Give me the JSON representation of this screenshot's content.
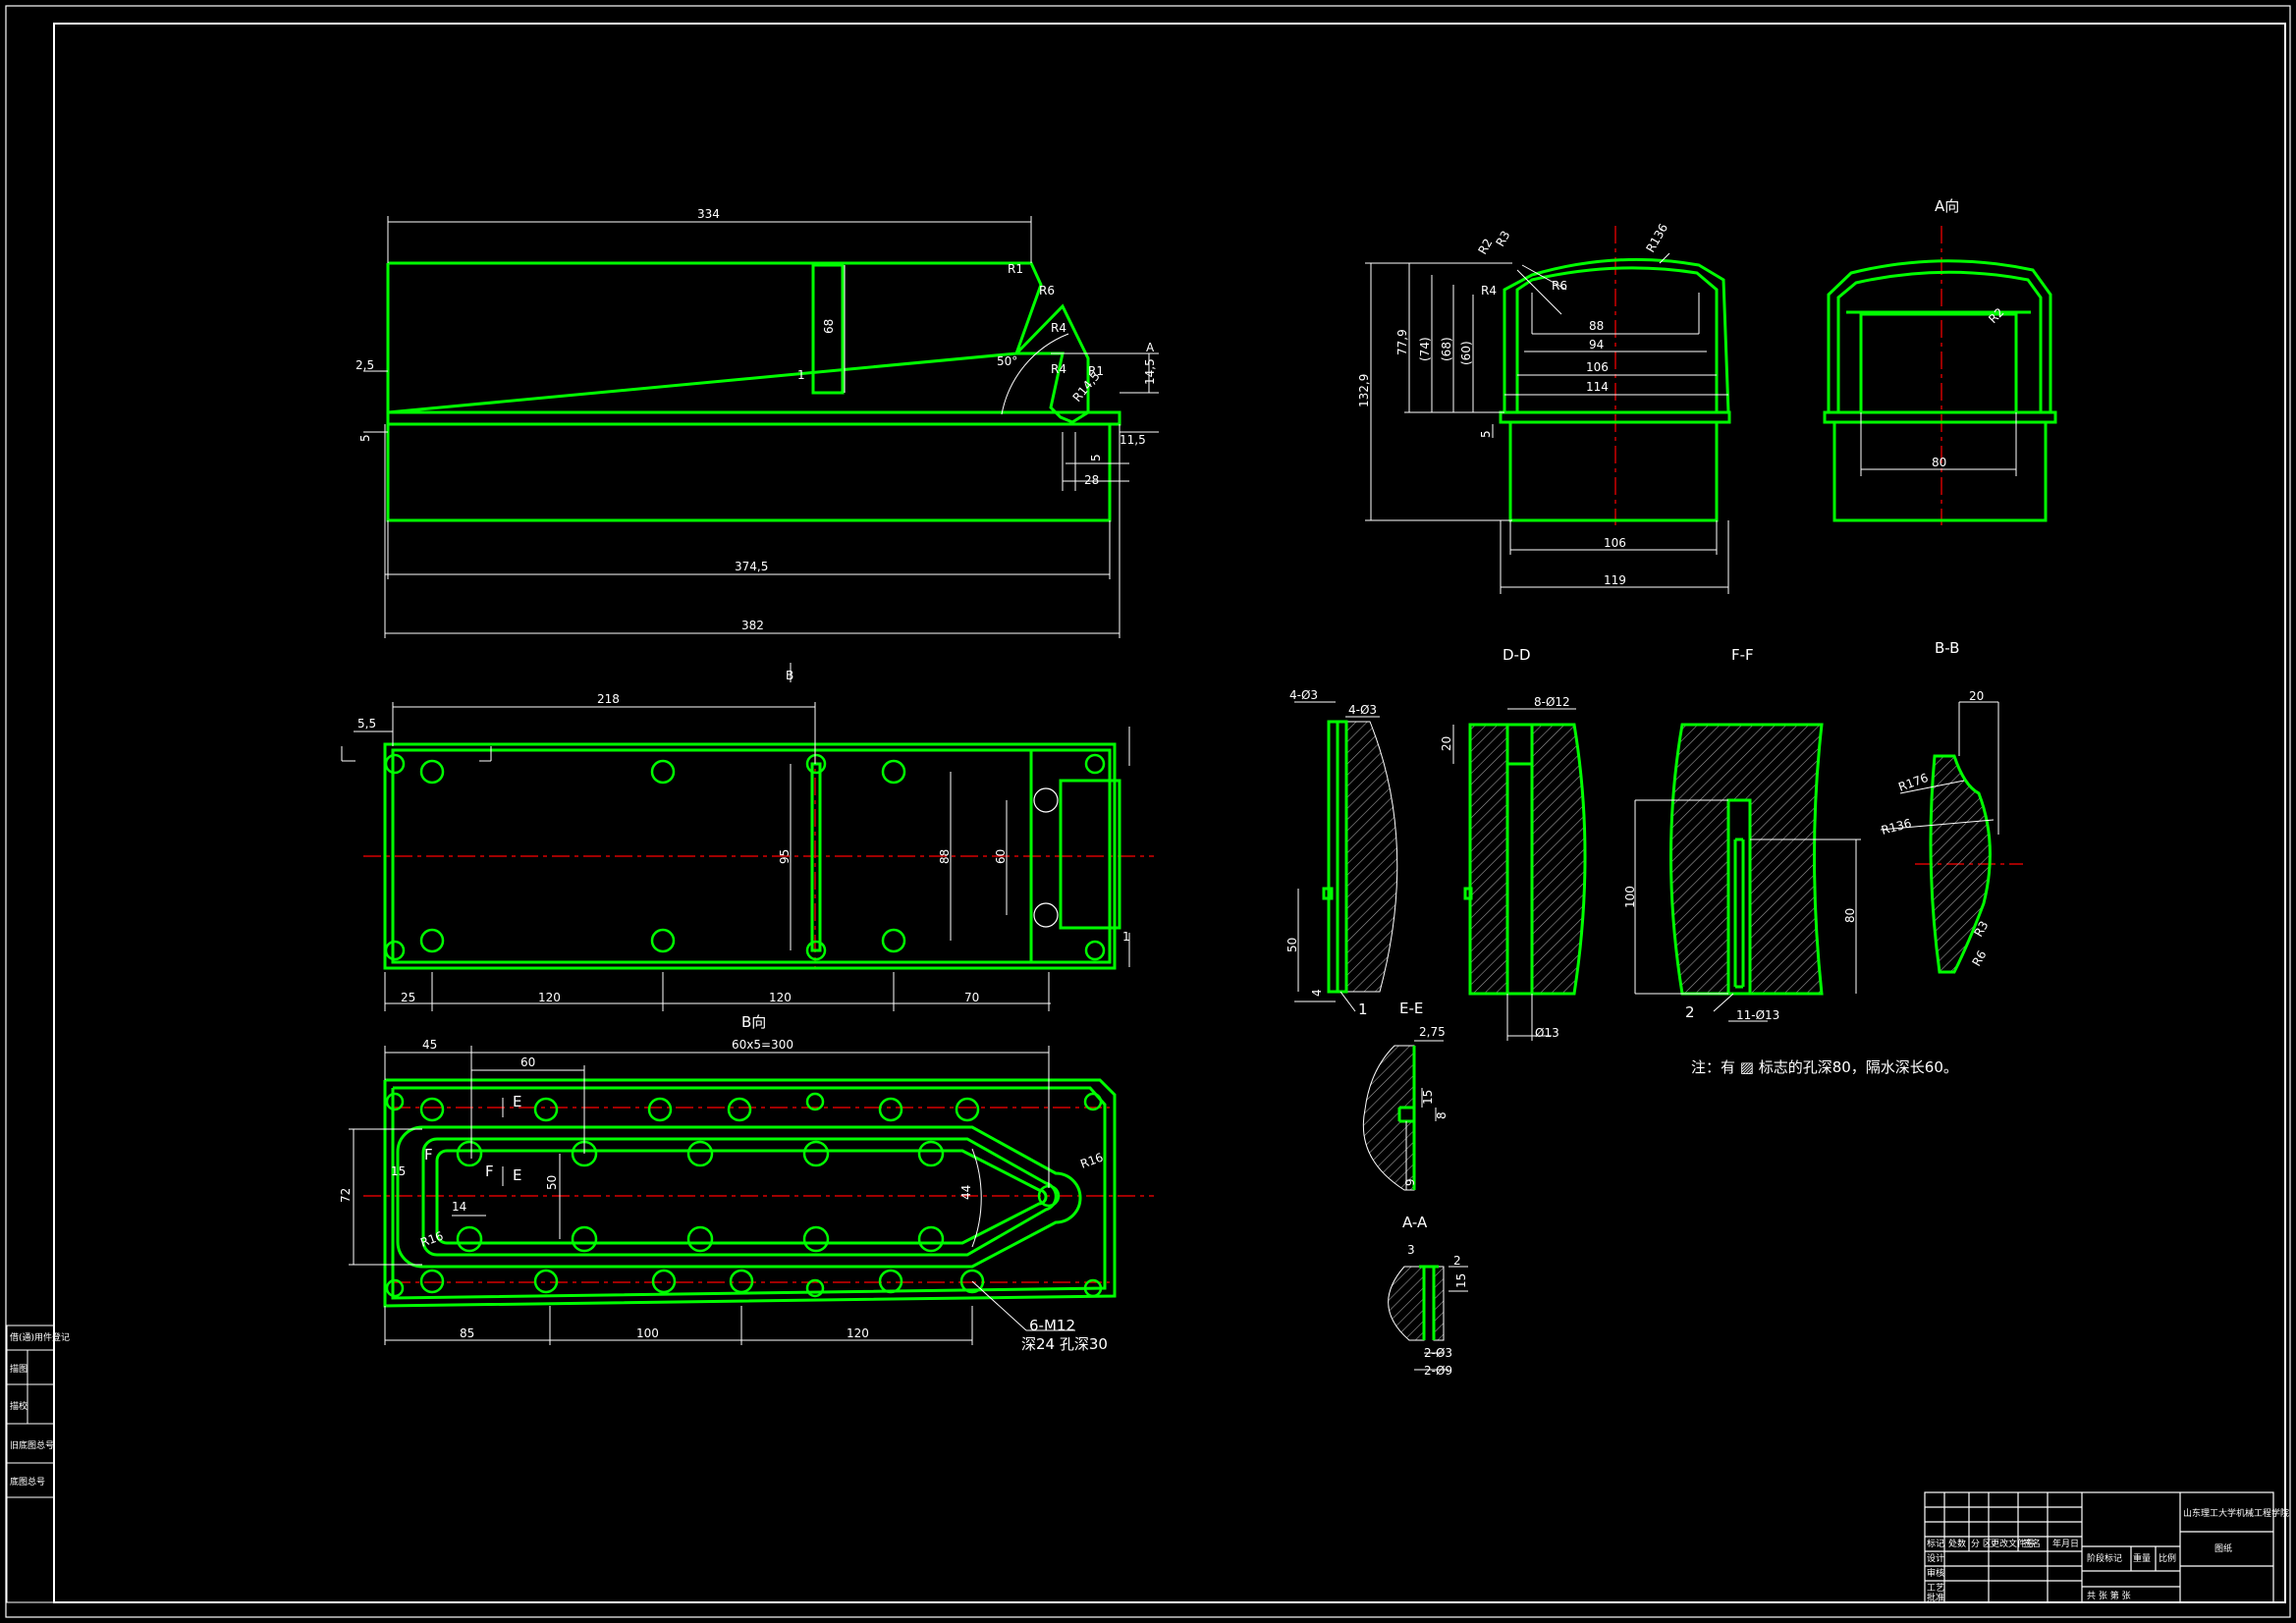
{
  "colors": {
    "background": "#000000",
    "outline": "#00ff00",
    "dimension": "#ffffff",
    "centerline": "#ff0000",
    "hatch": "#9a9a9a"
  },
  "front_view": {
    "d_334": "334",
    "d_68": "68",
    "d_R1": "R1",
    "d_R6": "R6",
    "d_R4": "R4",
    "d_R4b": "R4",
    "d_R14_5": "R14,5",
    "d_50deg": "50°",
    "d_R1b": "R1",
    "d_A": "A",
    "d_14_5": "14,5",
    "d_2_5": "2,5",
    "d_5": "5",
    "d_1": "1",
    "d_11_5": "11,5",
    "d_5b": "5",
    "d_28": "28",
    "d_374_5": "374,5",
    "d_382": "382"
  },
  "top_view": {
    "d_B": "B",
    "d_5_5": "5,5",
    "d_218": "218",
    "d_95": "95",
    "d_88": "88",
    "d_60": "60",
    "d_25": "25",
    "d_120a": "120",
    "d_120b": "120",
    "d_70": "70",
    "d_1": "1",
    "view_b": "B向"
  },
  "bottom_view": {
    "d_45": "45",
    "d_60x5": "60x5=300",
    "d_60": "60",
    "d_72": "72",
    "d_15": "15",
    "d_50": "50",
    "d_14": "14",
    "d_R16": "R16",
    "d_R16b": "R16",
    "d_44": "44",
    "d_85": "85",
    "d_100": "100",
    "d_120": "120",
    "d_F": "F",
    "d_Fb": "F",
    "d_E": "E",
    "d_Eb": "E",
    "hole_spec": "6-M12",
    "hole_depth": "深24 孔深30"
  },
  "side_view": {
    "d_R136": "R136",
    "d_R2": "R2",
    "d_R6": "R6",
    "d_R3": "R3",
    "d_R4": "R4",
    "d_88": "88",
    "d_94": "94",
    "d_106": "106",
    "d_114": "114",
    "d_132_9": "132,9",
    "d_77_9": "77,9",
    "d_74": "(74)",
    "d_68": "(68)",
    "d_60": "(60)",
    "d_5": "5",
    "d_106b": "106",
    "d_119": "119"
  },
  "view_a": {
    "title": "A向",
    "d_80": "80",
    "d_R2": "R2"
  },
  "section_dd": {
    "title": "D-D",
    "d_4phi3": "4-Ø3",
    "d_4phi3b": "4-Ø3",
    "d_50": "50",
    "d_4": "4",
    "d_1": "1",
    "d_20": "20",
    "d_8phi12": "8-Ø12",
    "d_phi13": "Ø13"
  },
  "section_ff": {
    "title": "F-F",
    "d_100": "100",
    "d_80": "80",
    "d_2": "2",
    "d_11phi13": "11-Ø13"
  },
  "section_bb": {
    "title": "B-B",
    "d_20": "20",
    "d_R176": "R176",
    "d_R136": "R136",
    "d_R3": "R3",
    "d_R6": "R6"
  },
  "section_ee": {
    "title": "E-E",
    "d_2_75": "2,75",
    "d_15": "15",
    "d_8": "8",
    "d_9": "9"
  },
  "section_aa": {
    "title": "A-A",
    "d_3": "3",
    "d_2": "2",
    "d_15": "15",
    "d_2phi3": "2-Ø3",
    "d_2phi9": "2-Ø9"
  },
  "note": "注：有 ▨ 标志的孔深80，隔水深长60。",
  "title_block": {
    "school": "山东理工大学机械工程学院",
    "drawing_name": "图纸",
    "headers": [
      "标记",
      "处数",
      "分 区",
      "更改文件号",
      "签名",
      "年月日"
    ],
    "rows": [
      "设计",
      "审核",
      "工艺",
      "批准"
    ],
    "stage_label": "阶段标记",
    "weight_label": "重量",
    "scale_label": "比例",
    "sheet_label": "共  张  第  张"
  },
  "left_strip": [
    "借(通)用件登记",
    "描图",
    "描校",
    "旧底图总号",
    "底图总号"
  ]
}
